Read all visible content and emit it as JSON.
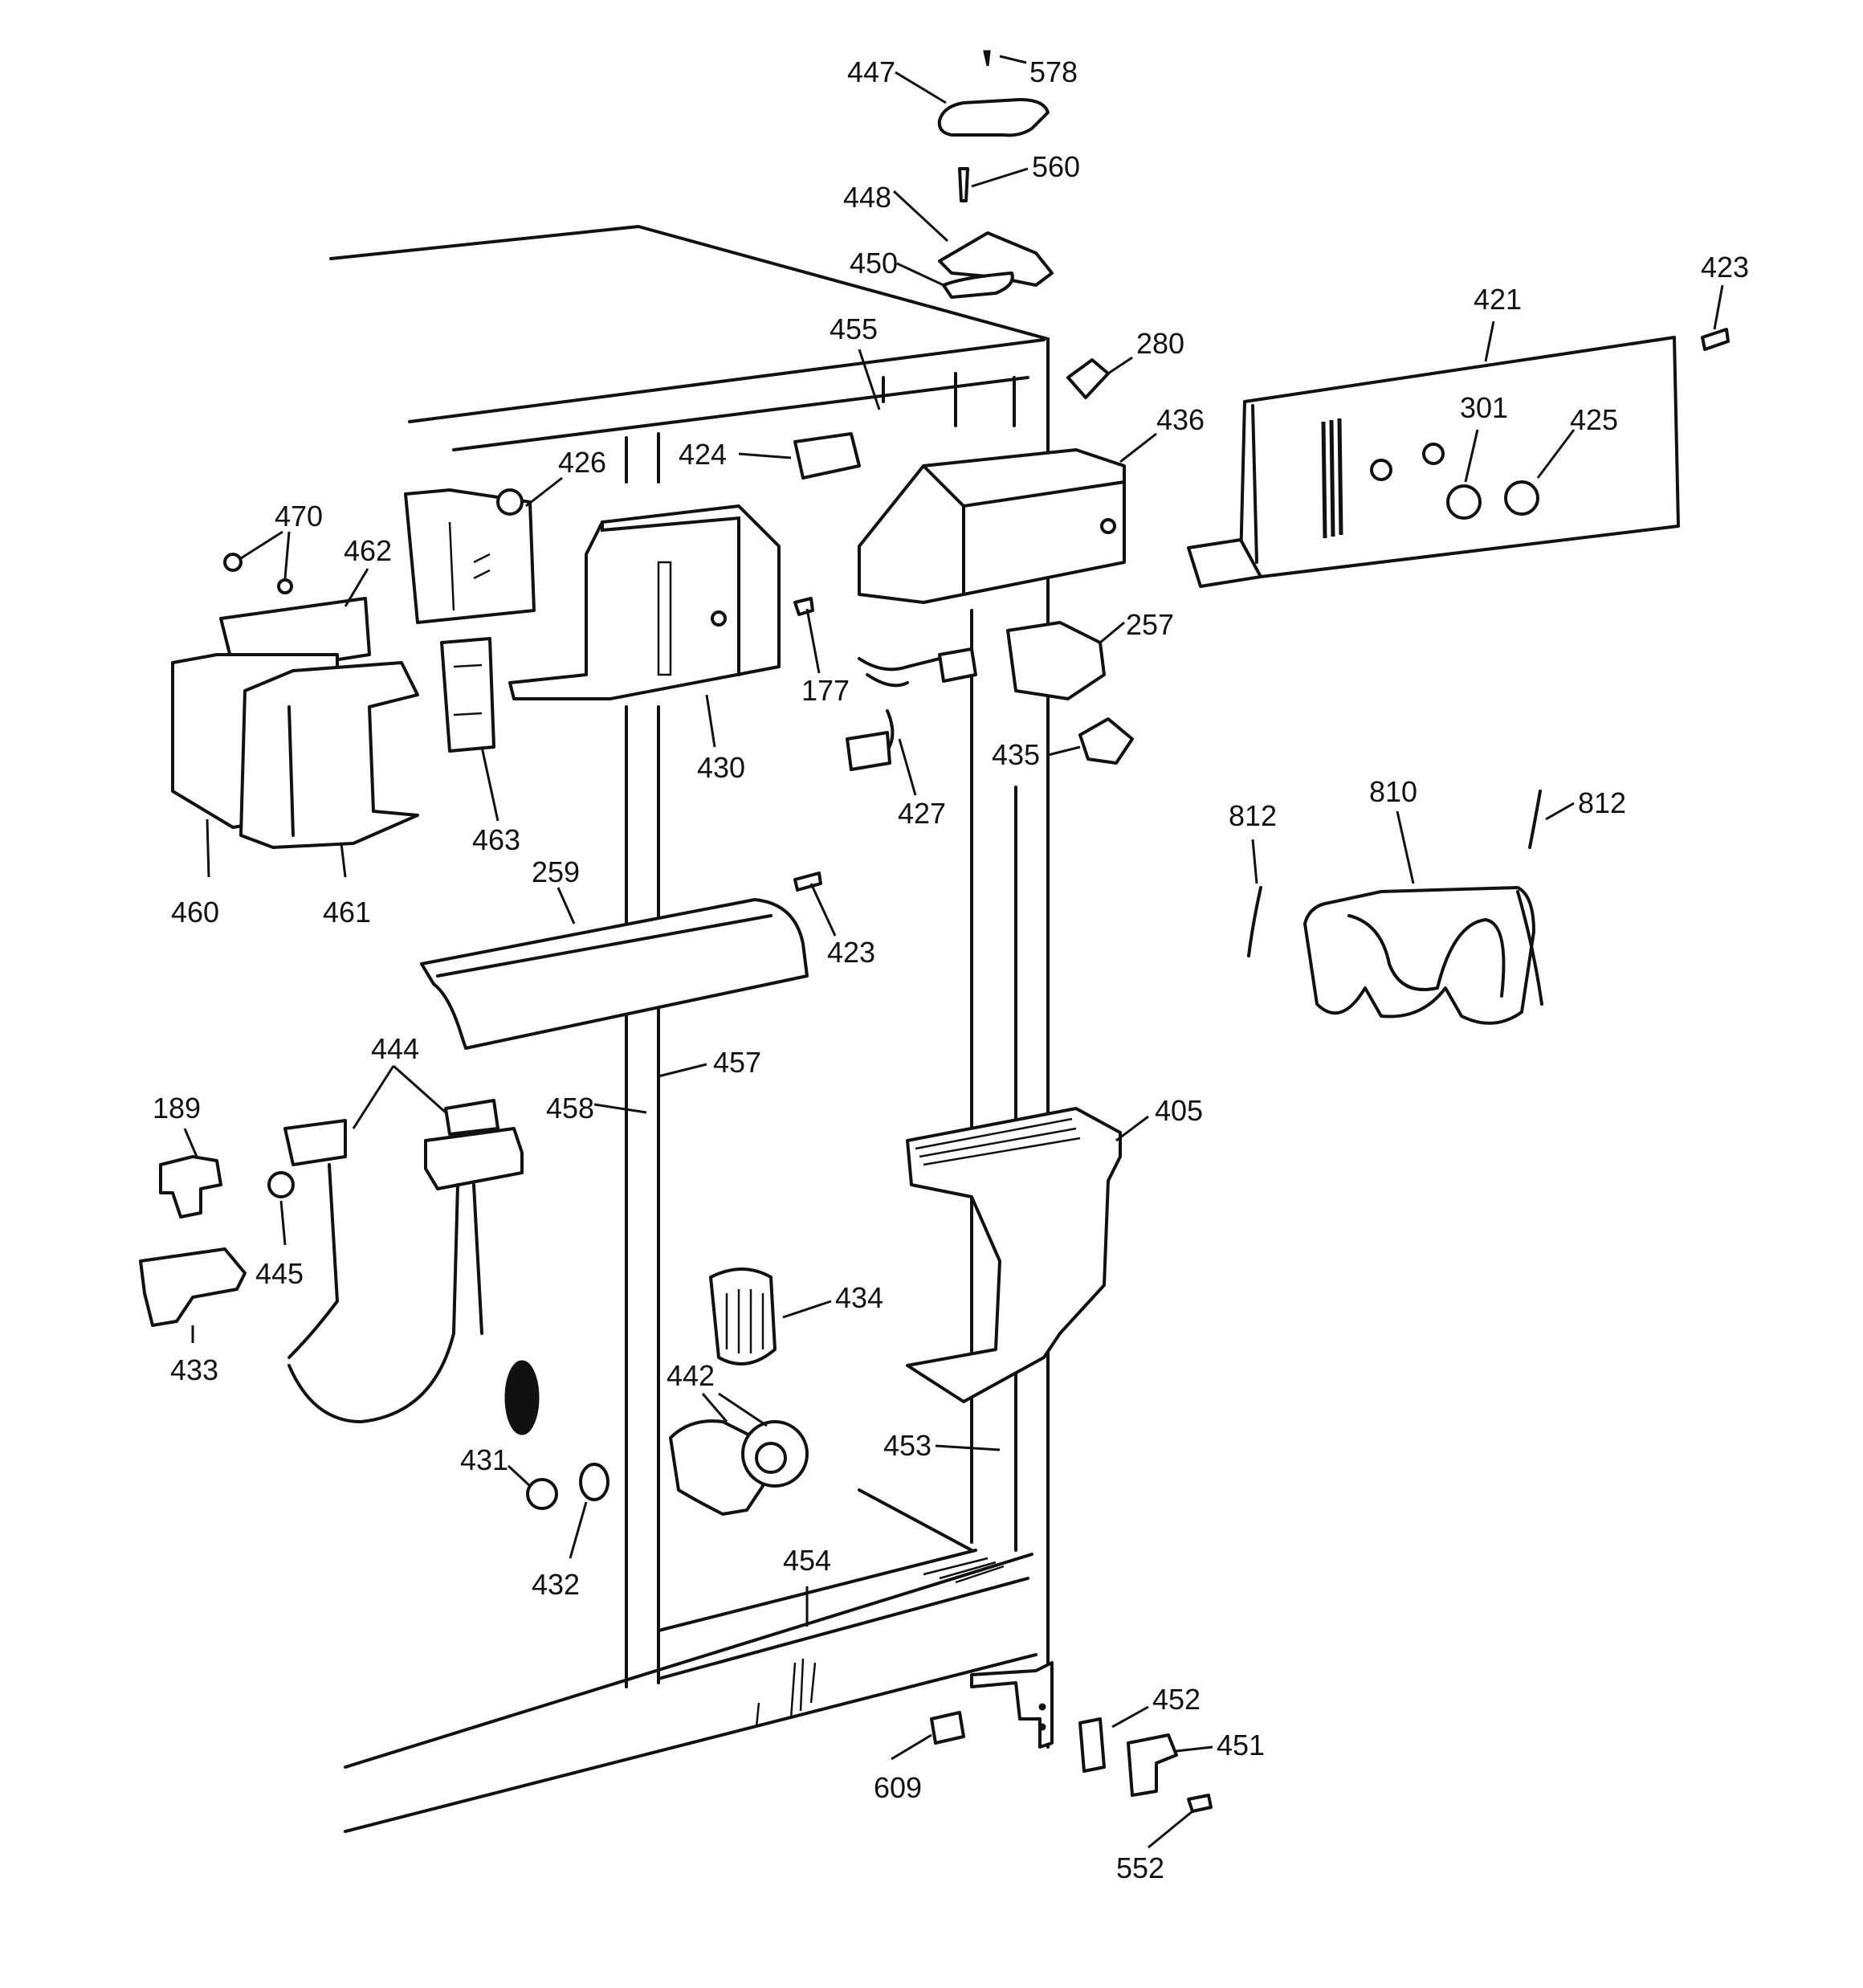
{
  "callouts": {
    "c447": "447",
    "c578": "578",
    "c560": "560",
    "c448": "448",
    "c450": "450",
    "c455": "455",
    "c280": "280",
    "c436": "436",
    "c421": "421",
    "c423a": "423",
    "c301": "301",
    "c425": "425",
    "c424": "424",
    "c426": "426",
    "c470": "470",
    "c462": "462",
    "c177": "177",
    "c257": "257",
    "c430": "430",
    "c427": "427",
    "c435": "435",
    "c463": "463",
    "c460": "460",
    "c461": "461",
    "c259": "259",
    "c423b": "423",
    "c812a": "812",
    "c810": "810",
    "c812b": "812",
    "c444": "444",
    "c189": "189",
    "c457": "457",
    "c458": "458",
    "c405": "405",
    "c445": "445",
    "c434": "434",
    "c433": "433",
    "c442": "442",
    "c431": "431",
    "c453": "453",
    "c432": "432",
    "c454": "454",
    "c452": "452",
    "c451": "451",
    "c609": "609",
    "c552": "552"
  }
}
